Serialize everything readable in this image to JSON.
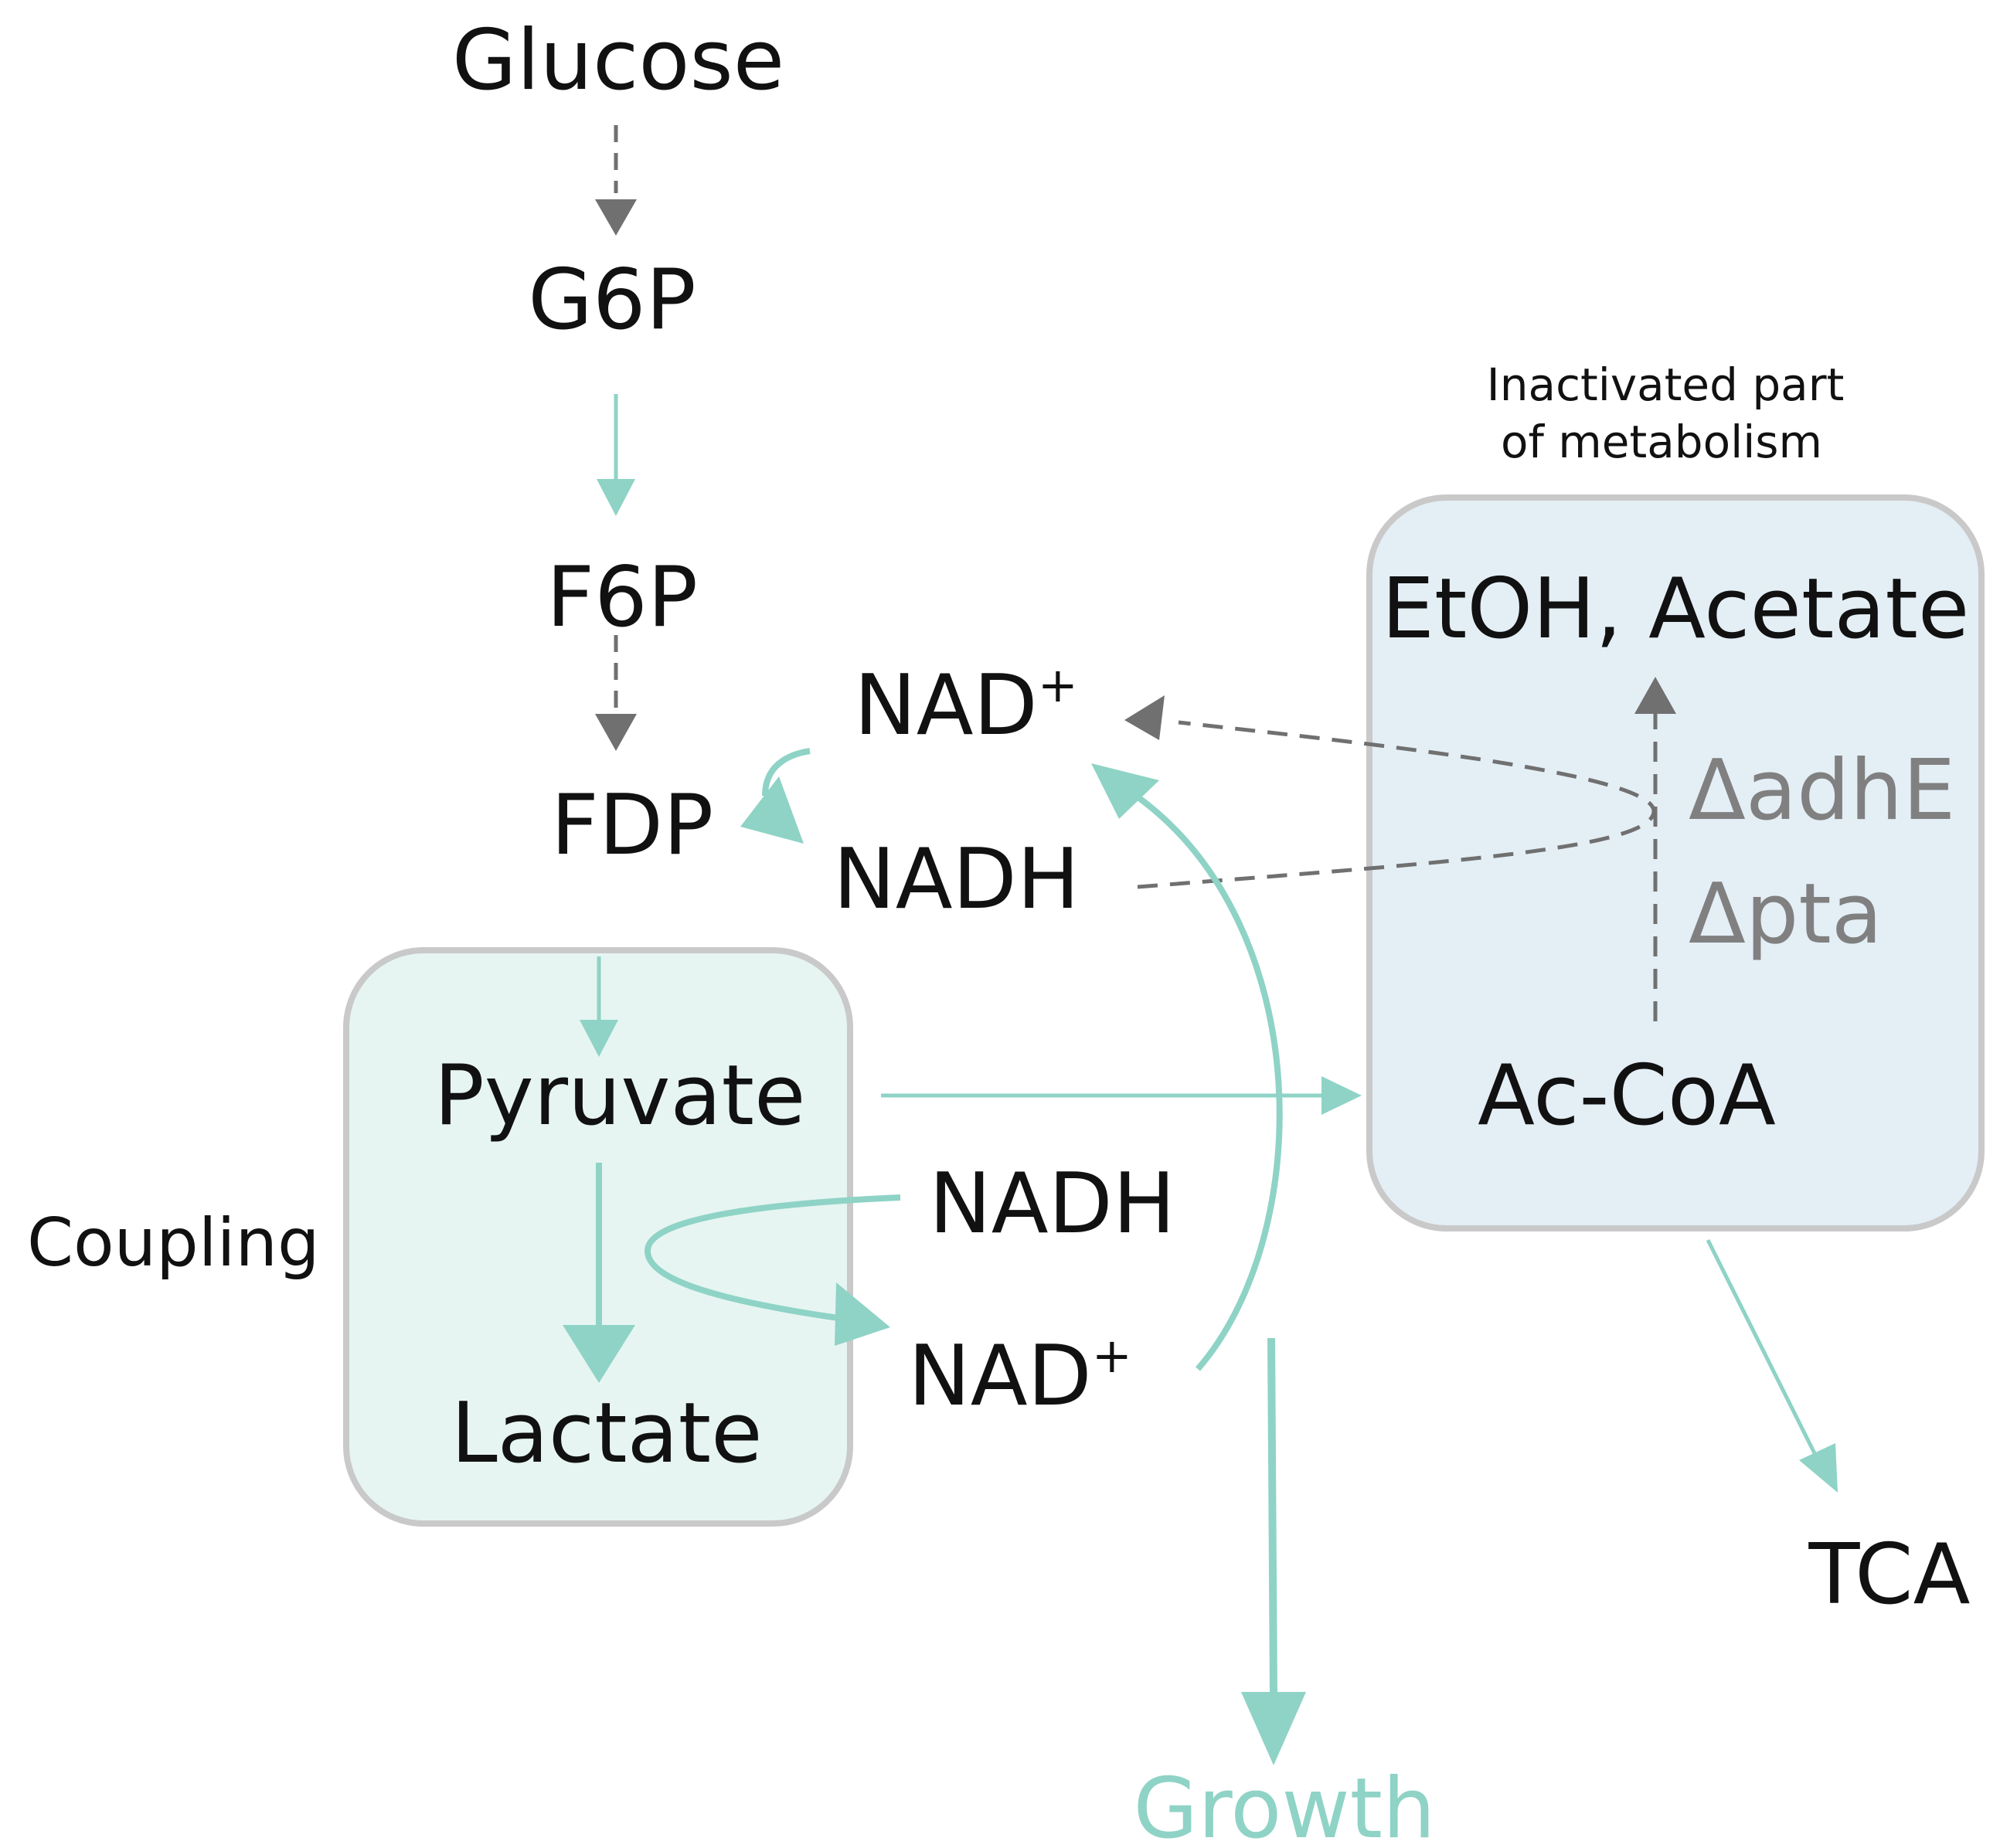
{
  "nodes": {
    "glucose": "Glucose",
    "g6p": "G6P",
    "f6p": "F6P",
    "fdp": "FDP",
    "nad_top": "NAD",
    "nad_top_sup": "+",
    "nadh_top": "NADH",
    "pyruvate": "Pyruvate",
    "lactate": "Lactate",
    "nadh_mid": "NADH",
    "nad_bottom": "NAD",
    "nad_bottom_sup": "+",
    "acetyl_coa": "Ac-CoA",
    "etoh_acetate": "EtOH, Acetate",
    "tca": "TCA",
    "growth": "Growth"
  },
  "knockouts": {
    "adhE": "ΔadhE",
    "pta": "Δpta"
  },
  "annotations": {
    "coupling": "Coupling",
    "inactivated_line1": "Inactivated part",
    "inactivated_line2": "of metabolism"
  },
  "colors": {
    "active_flux": "#8ed3c6",
    "inactive_flux": "#707070",
    "coupling_box_fill": "#e6f5f2",
    "inactivated_box_fill": "#e4eef5",
    "box_border": "#c9c9c9",
    "text": "#111111",
    "muted_text": "#808080"
  }
}
